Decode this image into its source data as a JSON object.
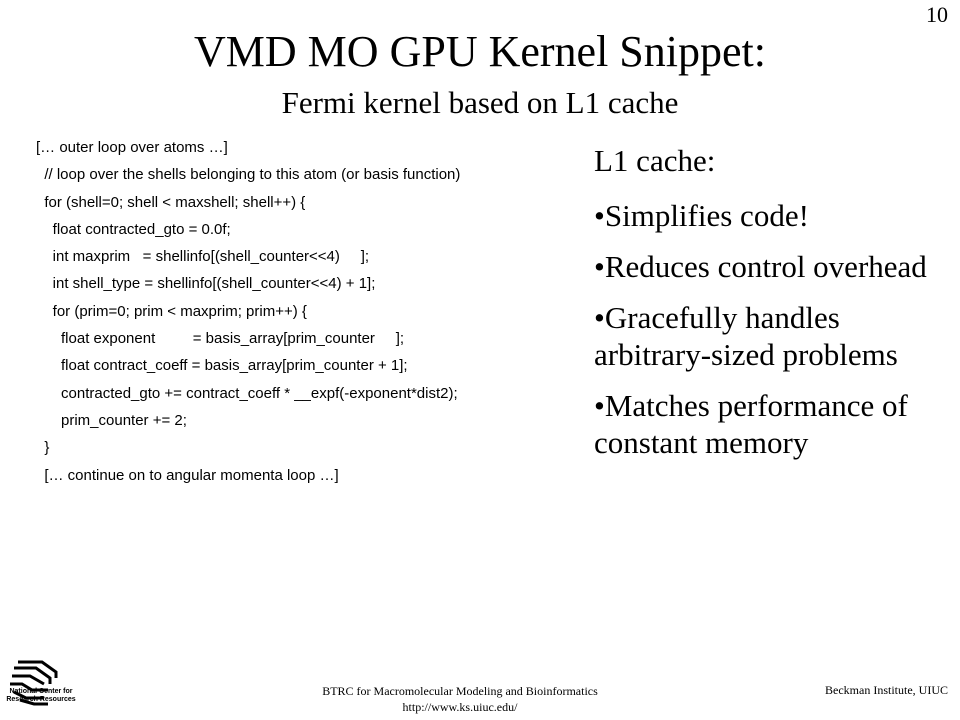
{
  "slide_number": "10",
  "title": "VMD MO GPU Kernel Snippet:",
  "subtitle": "Fermi kernel based on L1 cache",
  "code_lines": [
    "[… outer loop over atoms …]",
    "  // loop over the shells belonging to this atom (or basis function)",
    "  for (shell=0; shell < maxshell; shell++) {",
    "    float contracted_gto = 0.0f;",
    "    int maxprim   = shellinfo[(shell_counter<<4)     ];",
    "    int shell_type = shellinfo[(shell_counter<<4) + 1];",
    "    for (prim=0; prim < maxprim; prim++) {",
    "      float exponent         = basis_array[prim_counter     ];",
    "      float contract_coeff = basis_array[prim_counter + 1];",
    "      contracted_gto += contract_coeff * __expf(-exponent*dist2);",
    "      prim_counter += 2;",
    "  }",
    "  [… continue on to angular momenta loop …]"
  ],
  "bullets_heading": "L1 cache:",
  "bullets": [
    "•Simplifies code!",
    "•Reduces control overhead",
    "•Gracefully handles arbitrary-sized problems",
    "•Matches performance of constant memory"
  ],
  "logo": {
    "icon": "ncsa-logo-icon",
    "caption_line1": "National Center for",
    "caption_line2": "Research Resources"
  },
  "footer": {
    "left_line1": "BTRC for Macromolecular Modeling and Bioinformatics",
    "left_line2": "http://www.ks.uiuc.edu/",
    "right": "Beckman Institute, UIUC"
  }
}
